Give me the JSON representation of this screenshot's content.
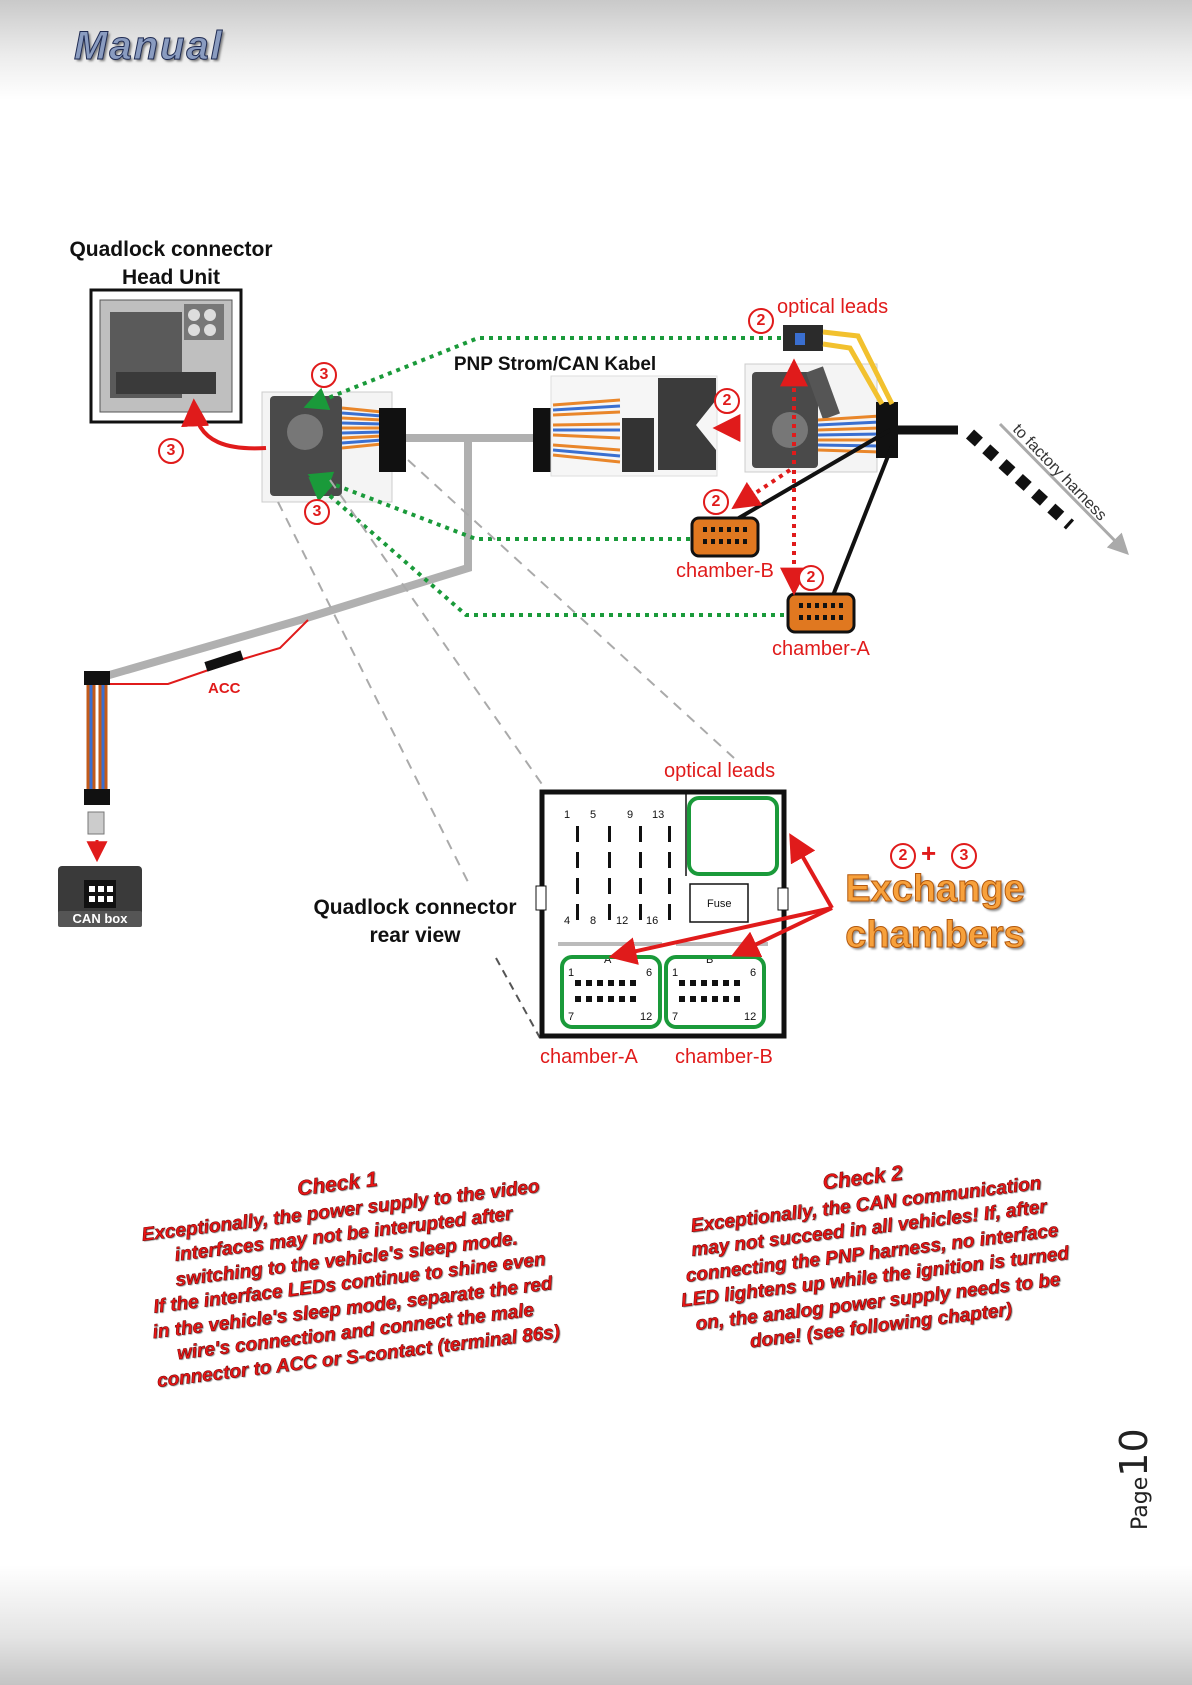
{
  "header": {
    "title": "Manual"
  },
  "diagram": {
    "quadlock_head_unit": "Quadlock connector\nHead Unit",
    "pnp_cable": "PNP Strom/CAN Kabel",
    "optical_leads_top": "optical leads",
    "to_factory_harness": "to factory harness",
    "chamber_b_top": "chamber-B",
    "chamber_a_top": "chamber-A",
    "acc": "ACC",
    "can_box": "CAN box",
    "quadlock_rear_view": "Quadlock connector\nrear view",
    "optical_leads_rear": "optical leads",
    "chamber_a_bottom": "chamber-A",
    "chamber_b_bottom": "chamber-B",
    "exchange_chambers": "Exchange\nchambers",
    "plus": "+",
    "fuse": "Fuse",
    "pin_labels": [
      "1",
      "5",
      "9",
      "13",
      "4",
      "8",
      "12",
      "16"
    ],
    "chamber_pins": [
      "1",
      "6",
      "7",
      "12"
    ],
    "chamber_letters": [
      "A",
      "B"
    ],
    "step2": "2",
    "step3": "3"
  },
  "check1": {
    "title": "Check 1",
    "text": "Exceptionally, the power supply to the video\ninterfaces may not be interupted after\nswitching to the vehicle's sleep mode.\nIf the interface LEDs continue to shine even\nin the vehicle's sleep mode, separate the red\nwire's connection and connect the male\nconnector to ACC or S-contact (terminal 86s)"
  },
  "check2": {
    "title": "Check 2",
    "text": "Exceptionally, the CAN communication\nmay not succeed in all vehicles! If, after\nconnecting the PNP harness, no interface\nLED lightens up while the ignition is turned\non, the analog power supply needs to be\ndone! (see following chapter)"
  },
  "footer": {
    "page_word": "Page",
    "page_number": "10"
  },
  "colors": {
    "red": "#e01b1b",
    "green": "#1a9a3a",
    "orange": "#e07820",
    "title_blue": "#8a9cc0"
  }
}
